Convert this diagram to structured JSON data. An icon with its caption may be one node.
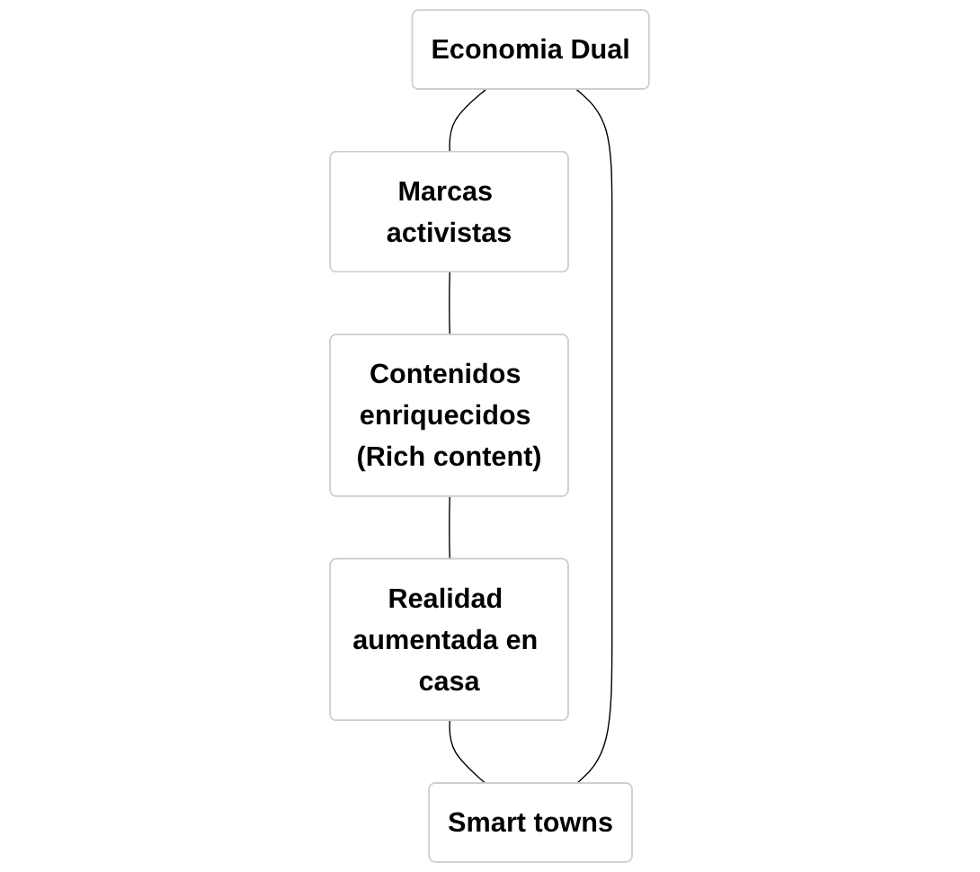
{
  "diagram": {
    "nodes": [
      {
        "text": [
          "Economia Dual"
        ]
      },
      {
        "text": [
          "Marcas activistas"
        ]
      },
      {
        "text": [
          "Contenidos enriquecidos (Rich content)"
        ]
      },
      {
        "text": [
          "Realidad aumentada en casa"
        ]
      },
      {
        "text": [
          "Smart towns"
        ]
      }
    ],
    "edges": [
      {
        "from": 0,
        "to": 1,
        "arrow": "none"
      },
      {
        "from": 1,
        "to": 2,
        "arrow": "none"
      },
      {
        "from": 2,
        "to": 3,
        "arrow": "none"
      },
      {
        "from": 3,
        "to": 4,
        "arrow": "none"
      },
      {
        "from": 4,
        "to": 0,
        "arrow": "none"
      }
    ]
  }
}
